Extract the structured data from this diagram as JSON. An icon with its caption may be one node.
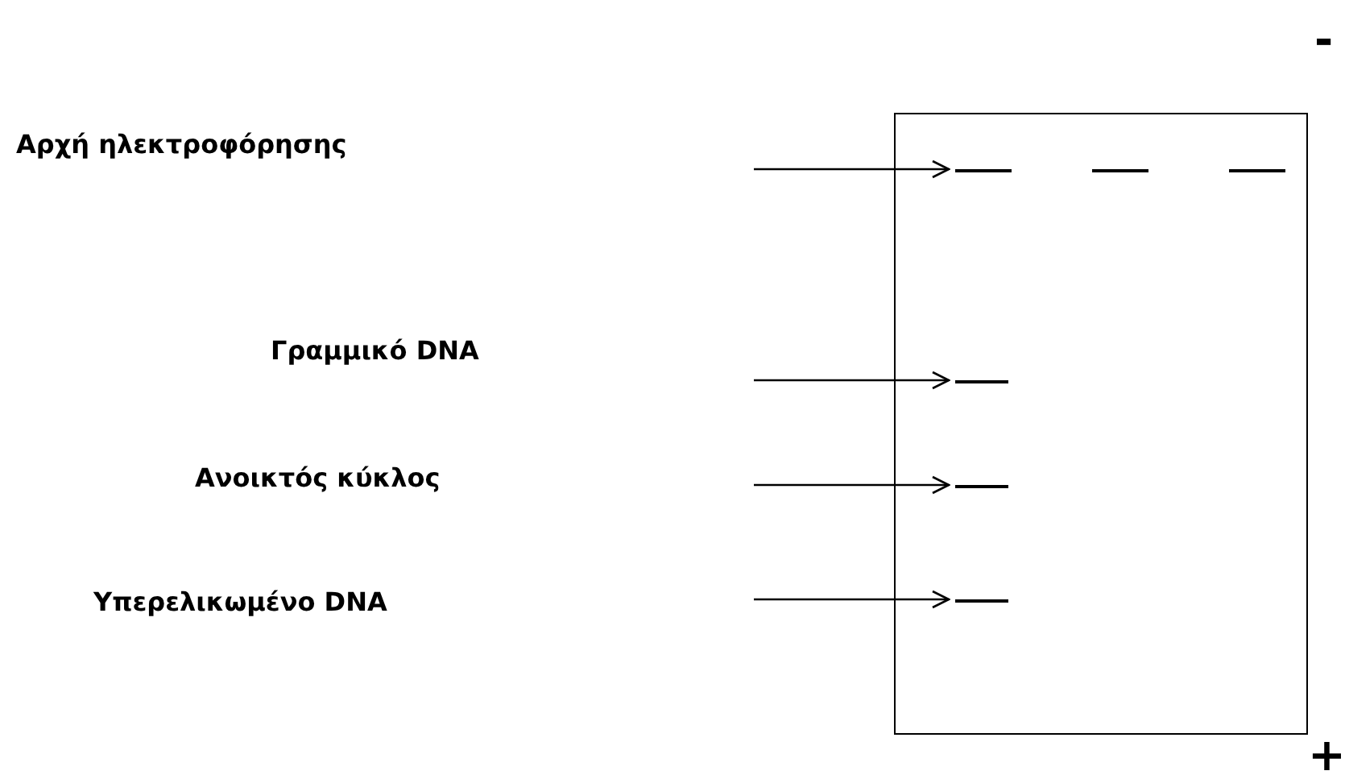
{
  "diagram": {
    "nodes": [
      {
        "text": [],
        "shape": "box"
      },
      {
        "text": [],
        "shape": "bar",
        "in": 0
      },
      {
        "text": [],
        "shape": "bar",
        "in": 0
      },
      {
        "text": [],
        "shape": "bar",
        "in": 0
      },
      {
        "text": [],
        "shape": "bar",
        "in": 0
      },
      {
        "text": [],
        "shape": "bar",
        "in": 0
      },
      {
        "text": [],
        "shape": "bar",
        "in": 0
      }
    ],
    "edges": [
      {
        "from": null,
        "to": 1,
        "arrow": "to"
      },
      {
        "from": null,
        "to": 4,
        "arrow": "to"
      },
      {
        "from": null,
        "to": 5,
        "arrow": "to"
      },
      {
        "from": null,
        "to": 6,
        "arrow": "to"
      }
    ],
    "labels": [
      "-",
      "Αρχή ηλεκτροφόρησης",
      "Γραμμικό DNA",
      "Ανοικτός κύκλος",
      "Υπερελικωμένο DNA",
      "+"
    ]
  }
}
